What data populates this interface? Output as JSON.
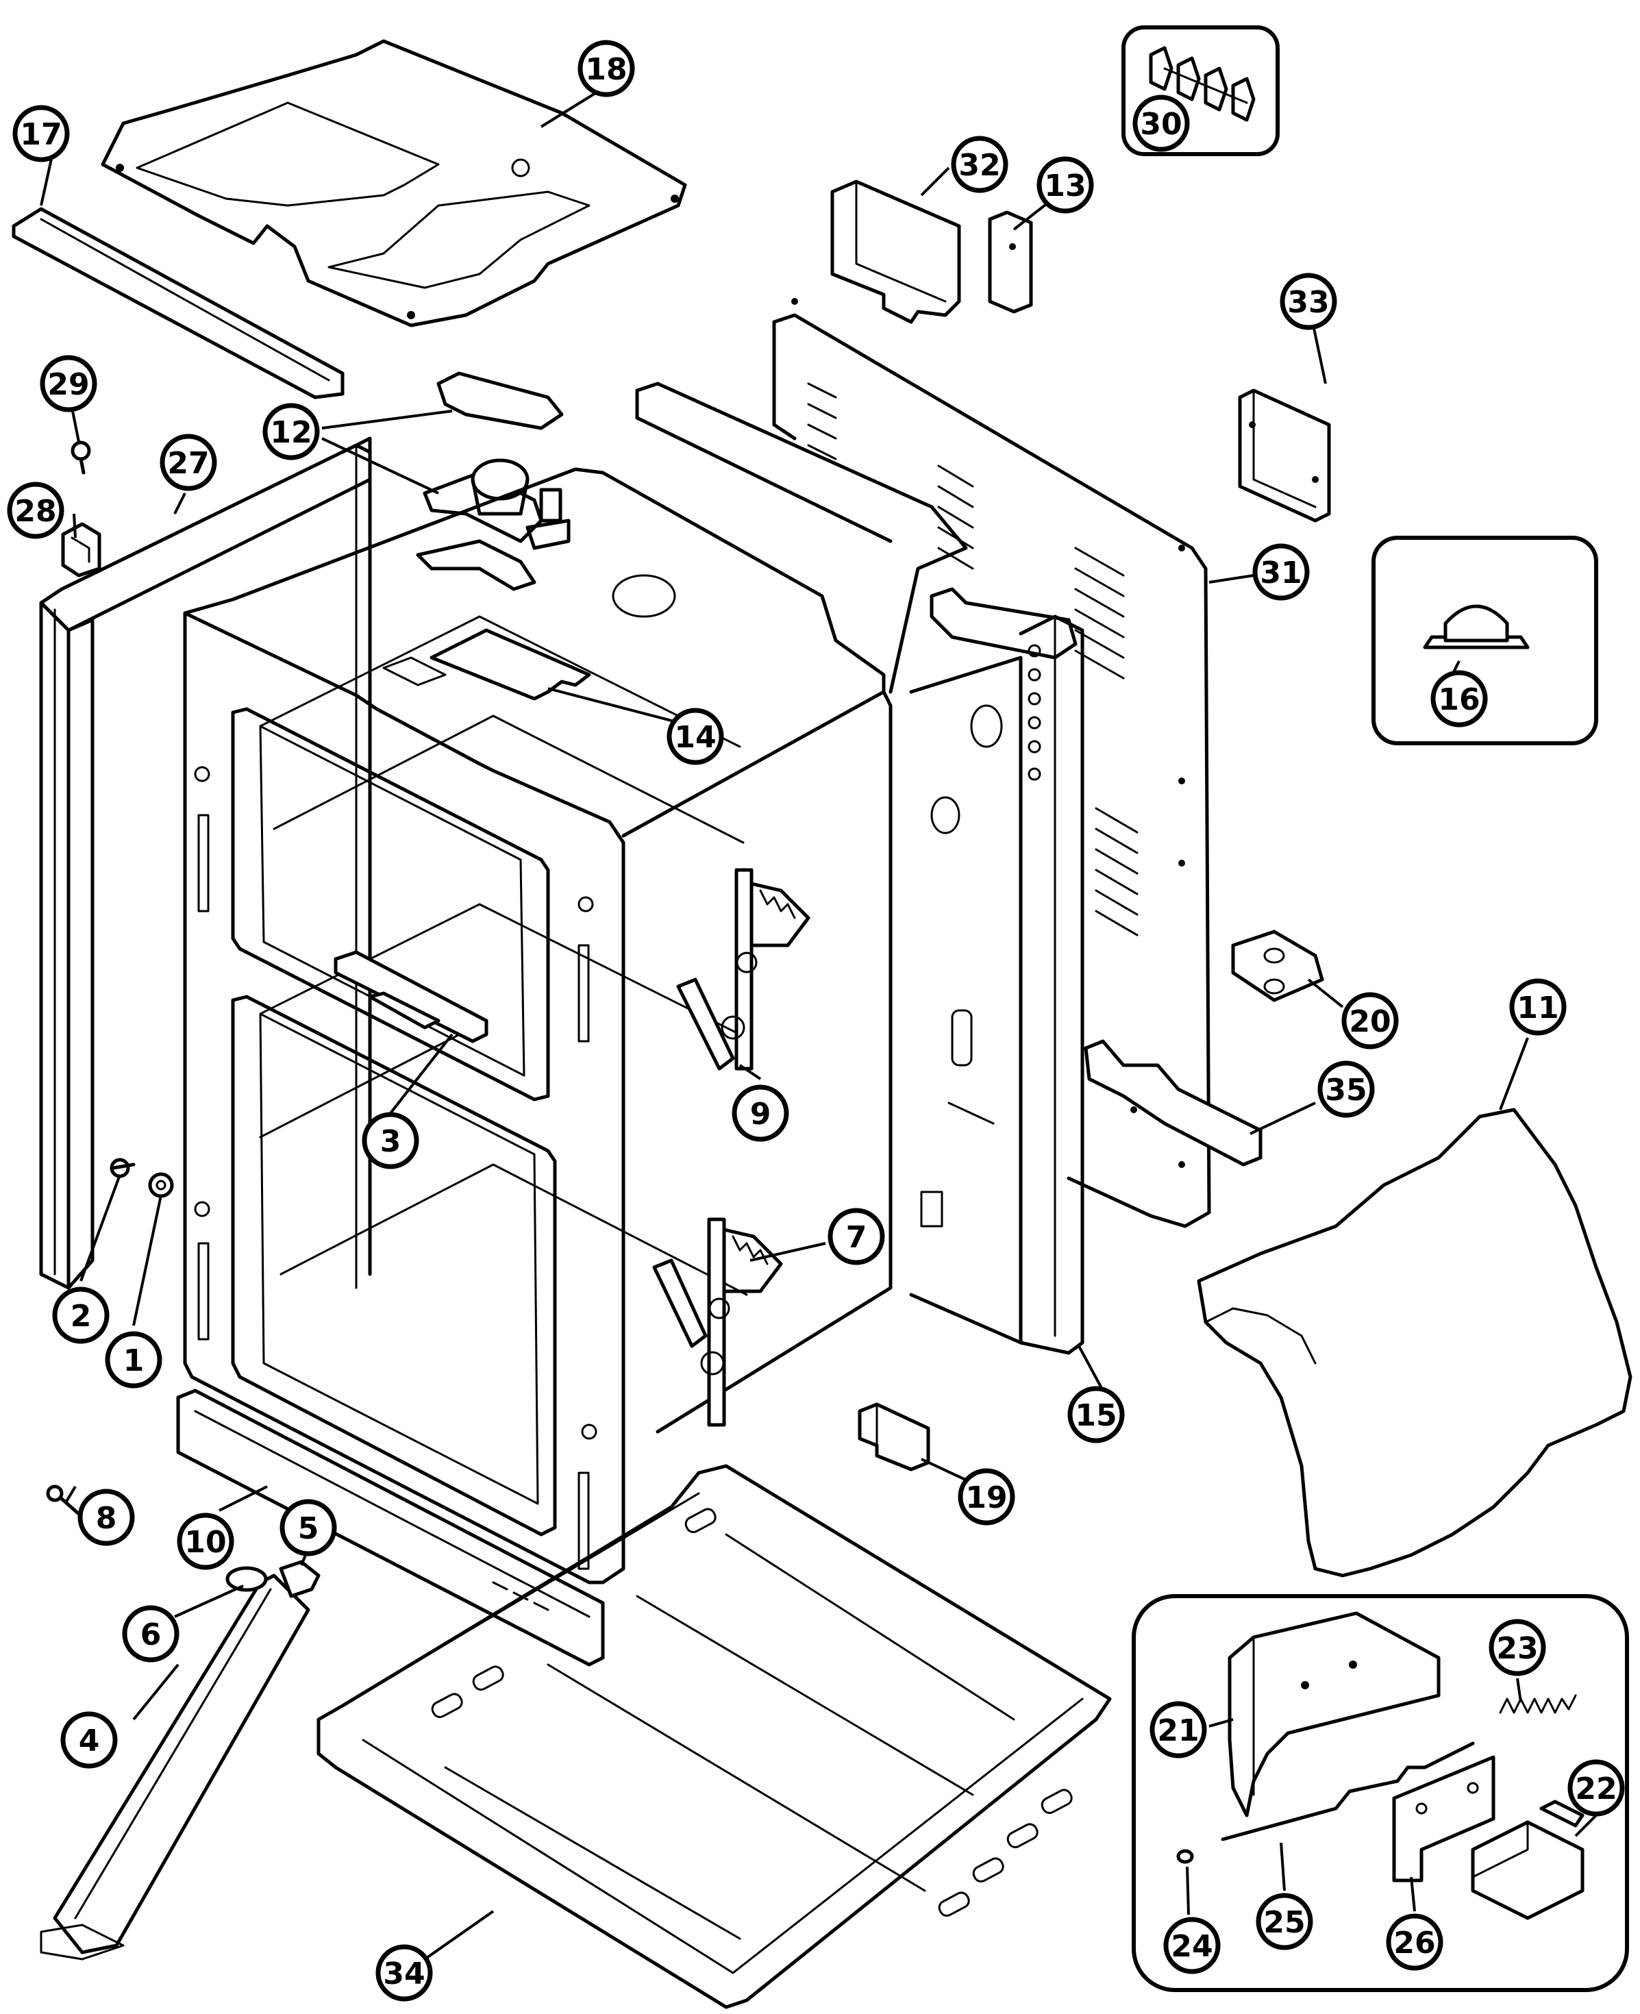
{
  "callouts": [
    {
      "id": "c1",
      "label": "1"
    },
    {
      "id": "c2",
      "label": "2"
    },
    {
      "id": "c3",
      "label": "3"
    },
    {
      "id": "c4",
      "label": "4"
    },
    {
      "id": "c5",
      "label": "5"
    },
    {
      "id": "c6",
      "label": "6"
    },
    {
      "id": "c7",
      "label": "7"
    },
    {
      "id": "c8",
      "label": "8"
    },
    {
      "id": "c9",
      "label": "9"
    },
    {
      "id": "c10",
      "label": "10"
    },
    {
      "id": "c11",
      "label": "11"
    },
    {
      "id": "c12",
      "label": "12"
    },
    {
      "id": "c13",
      "label": "13"
    },
    {
      "id": "c14",
      "label": "14"
    },
    {
      "id": "c15",
      "label": "15"
    },
    {
      "id": "c16",
      "label": "16"
    },
    {
      "id": "c17",
      "label": "17"
    },
    {
      "id": "c18",
      "label": "18"
    },
    {
      "id": "c19",
      "label": "19"
    },
    {
      "id": "c20",
      "label": "20"
    },
    {
      "id": "c21",
      "label": "21"
    },
    {
      "id": "c22",
      "label": "22"
    },
    {
      "id": "c23",
      "label": "23"
    },
    {
      "id": "c24",
      "label": "24"
    },
    {
      "id": "c25",
      "label": "25"
    },
    {
      "id": "c26",
      "label": "26"
    },
    {
      "id": "c27",
      "label": "27"
    },
    {
      "id": "c28",
      "label": "28"
    },
    {
      "id": "c29",
      "label": "29"
    },
    {
      "id": "c30",
      "label": "30"
    },
    {
      "id": "c31",
      "label": "31"
    },
    {
      "id": "c32",
      "label": "32"
    },
    {
      "id": "c33",
      "label": "33"
    },
    {
      "id": "c34",
      "label": "34"
    },
    {
      "id": "c35",
      "label": "35"
    }
  ]
}
